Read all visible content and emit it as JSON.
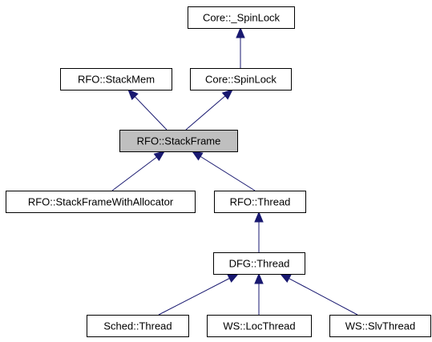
{
  "diagram": {
    "title": "",
    "nodes": [
      {
        "id": "spinlock_base",
        "label": "Core::_SpinLock",
        "highlight": false
      },
      {
        "id": "stackmem",
        "label": "RFO::StackMem",
        "highlight": false
      },
      {
        "id": "spinlock",
        "label": "Core::SpinLock",
        "highlight": false
      },
      {
        "id": "stackframe",
        "label": "RFO::StackFrame",
        "highlight": true
      },
      {
        "id": "stackframe_alloc",
        "label": "RFO::StackFrameWithAllocator",
        "highlight": false
      },
      {
        "id": "rfo_thread",
        "label": "RFO::Thread",
        "highlight": false
      },
      {
        "id": "dfg_thread",
        "label": "DFG::Thread",
        "highlight": false
      },
      {
        "id": "sched_thread",
        "label": "Sched::Thread",
        "highlight": false
      },
      {
        "id": "ws_loc_thread",
        "label": "WS::LocThread",
        "highlight": false
      },
      {
        "id": "ws_slv_thread",
        "label": "WS::SlvThread",
        "highlight": false
      }
    ],
    "edges": [
      {
        "from": "spinlock",
        "to": "spinlock_base"
      },
      {
        "from": "stackframe",
        "to": "stackmem"
      },
      {
        "from": "stackframe",
        "to": "spinlock"
      },
      {
        "from": "stackframe_alloc",
        "to": "stackframe"
      },
      {
        "from": "rfo_thread",
        "to": "stackframe"
      },
      {
        "from": "dfg_thread",
        "to": "rfo_thread"
      },
      {
        "from": "sched_thread",
        "to": "dfg_thread"
      },
      {
        "from": "ws_loc_thread",
        "to": "dfg_thread"
      },
      {
        "from": "ws_slv_thread",
        "to": "dfg_thread"
      }
    ],
    "colors": {
      "edge": "#191970",
      "highlight_fill": "#bfbfbf",
      "box_fill": "#ffffff",
      "box_stroke": "#000000"
    }
  }
}
